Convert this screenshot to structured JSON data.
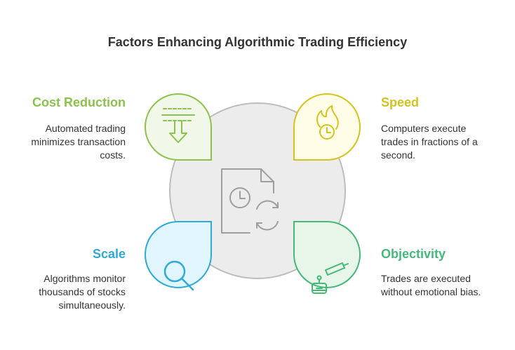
{
  "title": "Factors Enhancing Algorithmic Trading Efficiency",
  "colors": {
    "cost": "#8bc34a",
    "speed": "#d4c31f",
    "scale": "#2eaad6",
    "objectivity": "#43b97a",
    "center": "#ececec"
  },
  "factors": [
    {
      "key": "cost",
      "heading": "Cost Reduction",
      "lines": [
        "Automated trading",
        "minimizes transaction",
        "costs."
      ],
      "icon": "arrow-down-to-line-icon"
    },
    {
      "key": "speed",
      "heading": "Speed",
      "lines": [
        "Computers execute",
        "trades in fractions of a",
        "second."
      ],
      "icon": "fire-clock-icon"
    },
    {
      "key": "scale",
      "heading": "Scale",
      "lines": [
        "Algorithms monitor",
        "thousands of stocks",
        "simultaneously."
      ],
      "icon": "magnifier-icon"
    },
    {
      "key": "objectivity",
      "heading": "Objectivity",
      "lines": [
        "Trades are executed",
        "without emotional bias."
      ],
      "icon": "robot-camera-icon"
    }
  ],
  "center_icon": "document-clock-refresh-icon"
}
